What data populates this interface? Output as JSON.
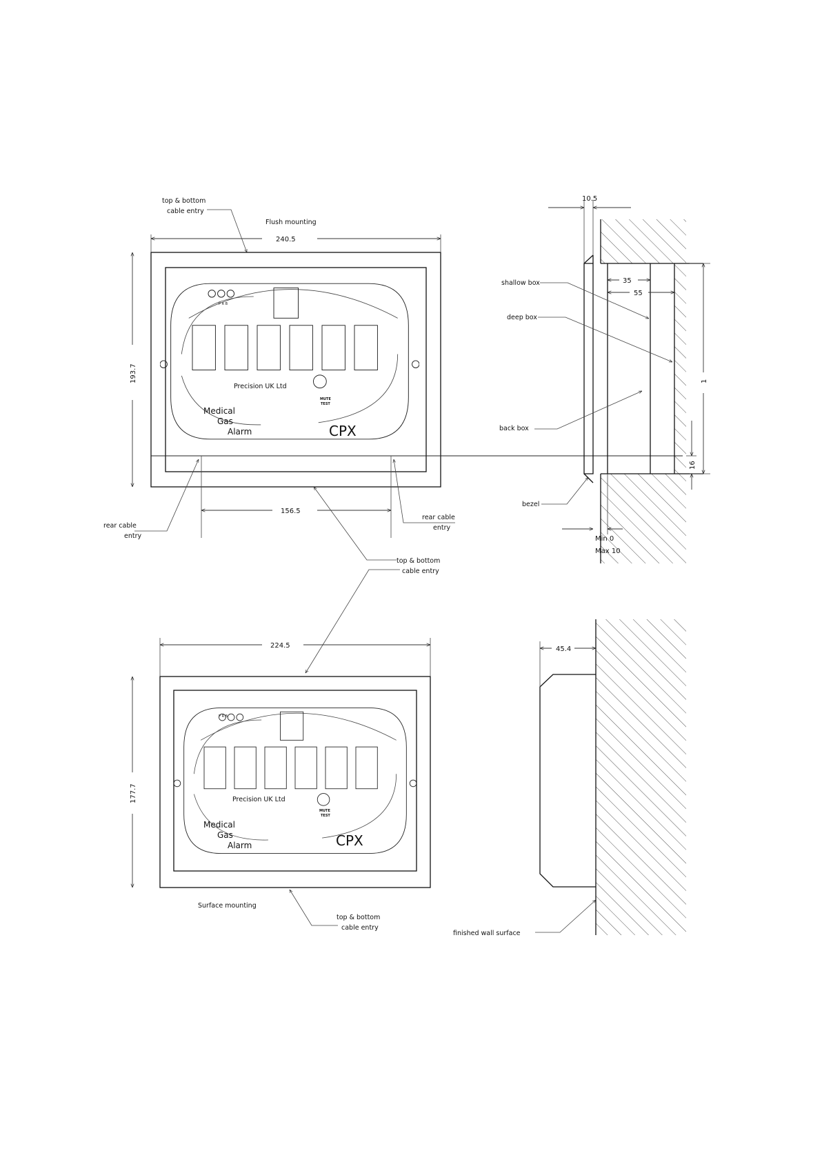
{
  "labels": {
    "top_cable_entry_1a": "top & bottom",
    "top_cable_entry_1b": "cable entry",
    "flush_mounting": "Flush mounting",
    "shallow_box": "shallow box",
    "deep_box": "deep box",
    "back_box": "back box",
    "bezel": "bezel",
    "rear_cable_entry_left_a": "rear cable",
    "rear_cable_entry_left_b": "entry",
    "rear_cable_entry_right_a": "rear cable",
    "rear_cable_entry_right_b": "entry",
    "top_cable_entry_2a": "top & bottom",
    "top_cable_entry_2b": "cable entry",
    "min": "Min 0",
    "max": "Max 10",
    "surface_mounting": "Surface mounting",
    "top_cable_entry_3a": "top & bottom",
    "top_cable_entry_3b": "cable entry",
    "finished_wall_surface": "finished wall surface"
  },
  "dimensions": {
    "flush_width": "240.5",
    "flush_height": "193.7",
    "rear_entry_spacing": "156.5",
    "bezel_depth": "10.5",
    "shallow_depth": "35",
    "deep_depth": "55",
    "side_height": "1",
    "bottom_offset": "16",
    "surface_width": "224.5",
    "surface_height": "177.7",
    "surface_depth": "45.4"
  },
  "panel": {
    "company": "Precision UK Ltd",
    "line1": "Medical",
    "line2": "Gas",
    "line3": "Alarm",
    "model": "CPX",
    "mute": "MUTE",
    "test": "TEST",
    "led_labels": [
      "P",
      "R",
      "B"
    ]
  }
}
